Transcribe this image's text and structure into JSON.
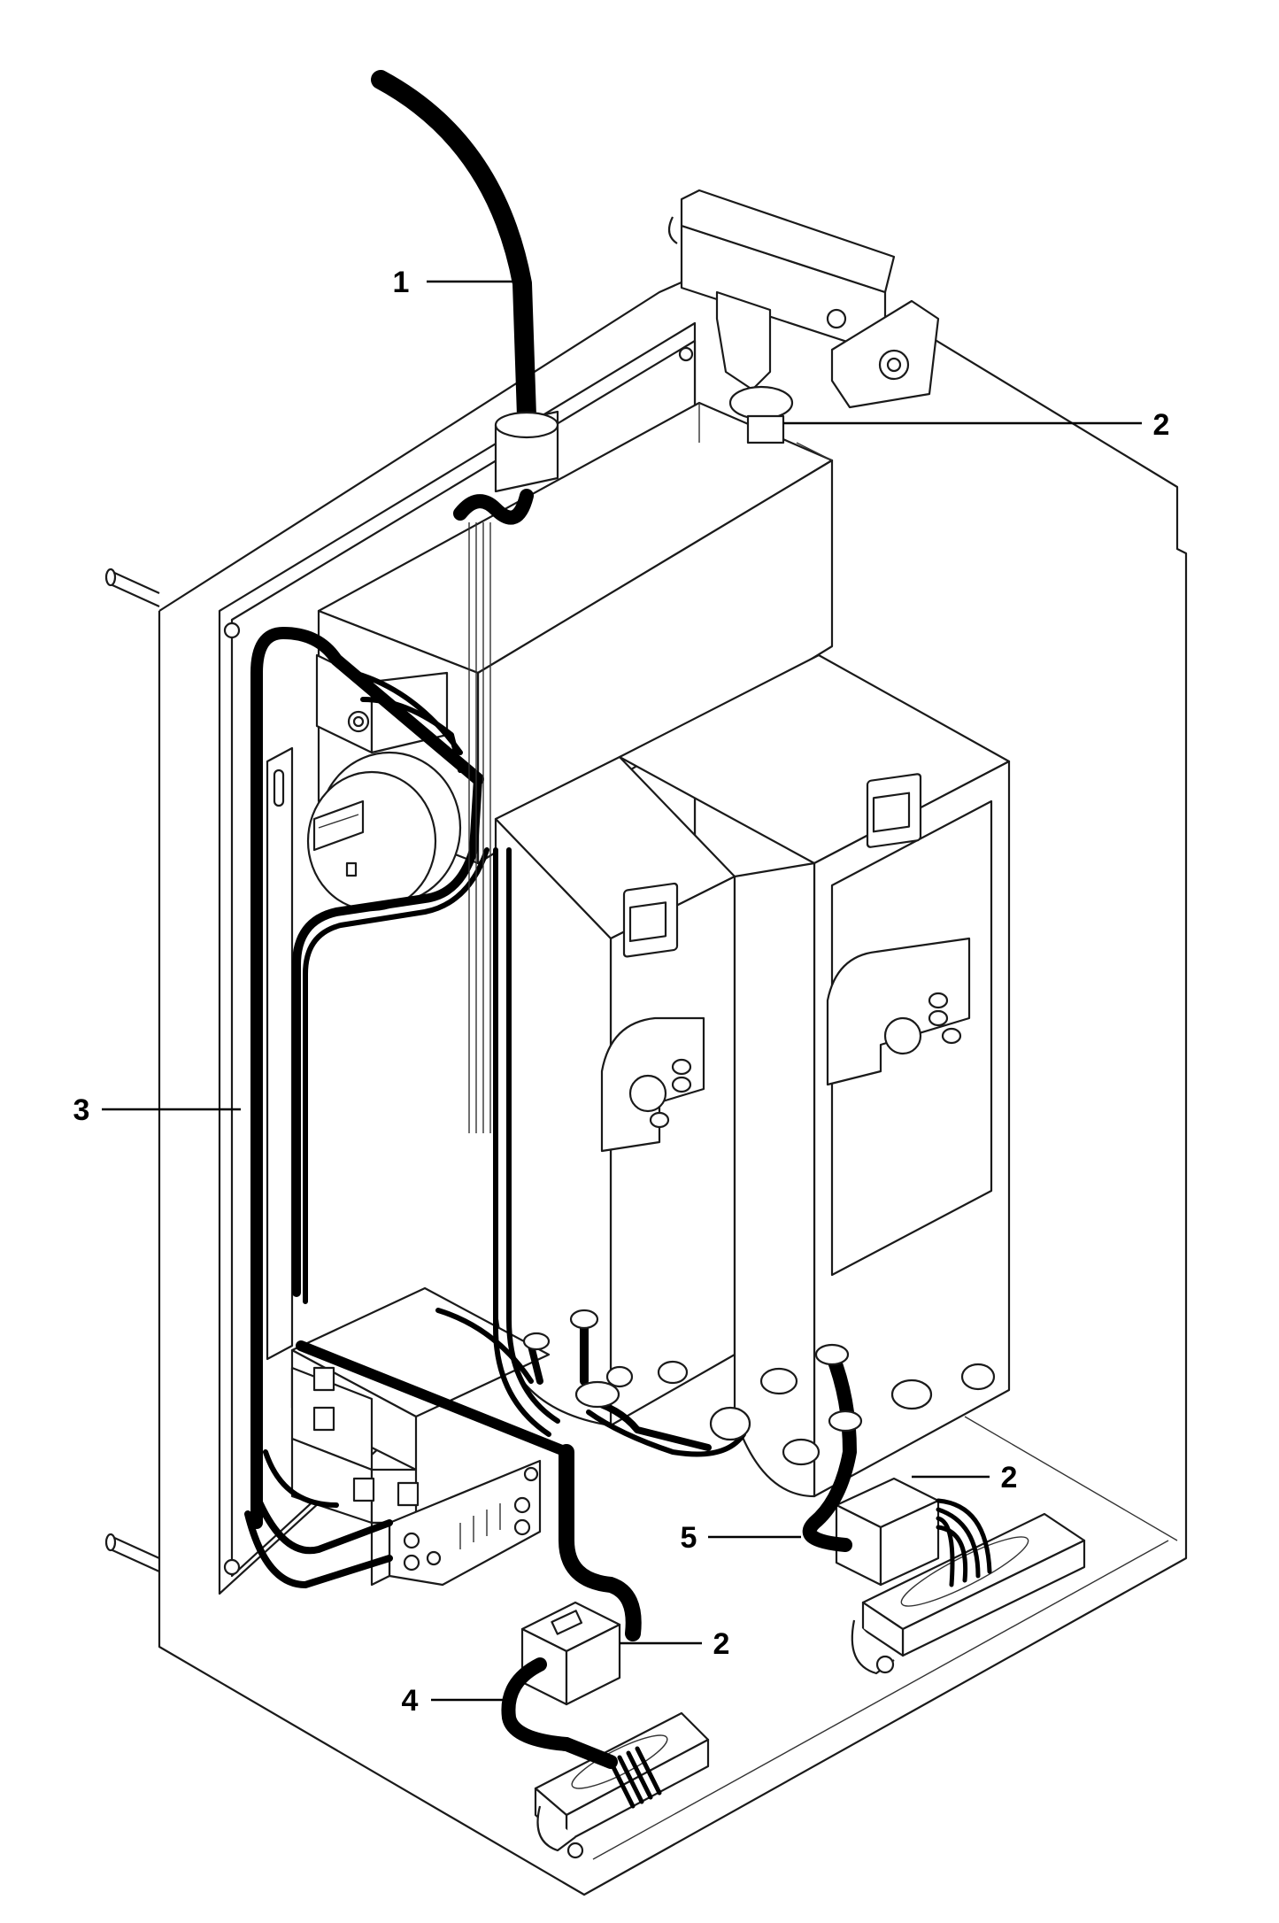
{
  "figure": {
    "callouts": [
      {
        "id": "callout-1-main-supply",
        "label": "1"
      },
      {
        "id": "callout-2-top-connector",
        "label": "2"
      },
      {
        "id": "callout-3-control-loom",
        "label": "3"
      },
      {
        "id": "callout-2-right-connector",
        "label": "2"
      },
      {
        "id": "callout-5-right-cable",
        "label": "5"
      },
      {
        "id": "callout-2-bottom-connector",
        "label": "2"
      },
      {
        "id": "callout-4-bottom-cable",
        "label": "4"
      }
    ]
  },
  "colors": {
    "line": "#000000",
    "panel": "#ffffff",
    "background": "#ffffff"
  }
}
